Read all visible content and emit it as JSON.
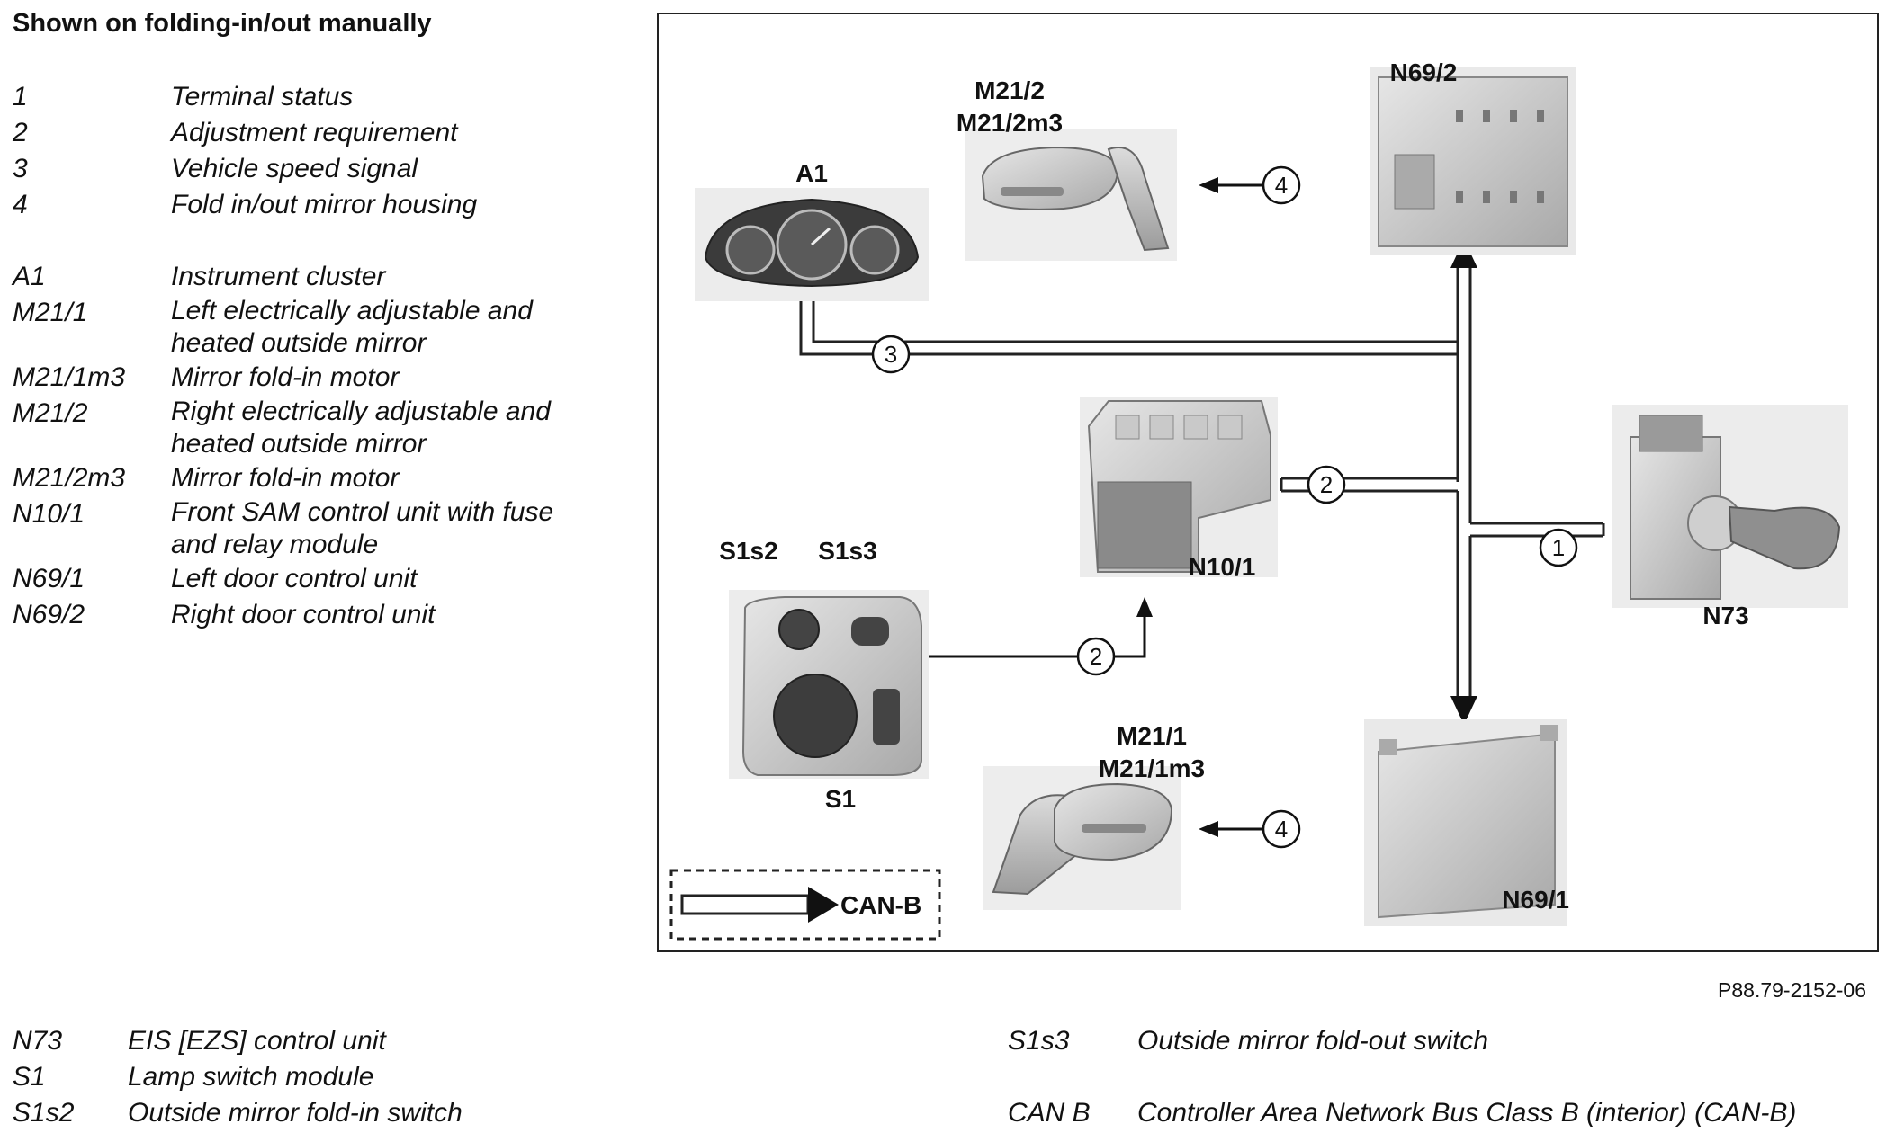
{
  "title": "Shown on folding-in/out manually",
  "legend_top": [
    {
      "key": "1",
      "text": "Terminal status"
    },
    {
      "key": "2",
      "text": "Adjustment requirement"
    },
    {
      "key": "3",
      "text": "Vehicle speed signal"
    },
    {
      "key": "4",
      "text": "Fold in/out mirror housing"
    },
    {
      "key": "A1",
      "text": "Instrument cluster"
    },
    {
      "key": "M21/1",
      "text": "Left electrically adjustable and heated outside mirror"
    },
    {
      "key": "M21/1m3",
      "text": "Mirror fold-in motor"
    },
    {
      "key": "M21/2",
      "text": "Right electrically adjustable and heated outside mirror"
    },
    {
      "key": "M21/2m3",
      "text": "Mirror fold-in motor"
    },
    {
      "key": "N10/1",
      "text": "Front SAM control unit with fuse and relay module"
    },
    {
      "key": "N69/1",
      "text": "Left door control unit"
    },
    {
      "key": "N69/2",
      "text": "Right door control unit"
    }
  ],
  "legend_bottom_left": [
    {
      "key": "N73",
      "text": "EIS [EZS] control unit"
    },
    {
      "key": "S1",
      "text": "Lamp switch module"
    },
    {
      "key": "S1s2",
      "text": "Outside mirror fold-in switch"
    }
  ],
  "legend_bottom_right": [
    {
      "key": "S1s3",
      "text": "Outside mirror fold-out switch"
    },
    {
      "key": "CAN B",
      "text": "Controller Area Network Bus Class B (interior) (CAN-B)"
    }
  ],
  "reference": "P88.79-2152-06",
  "diagram": {
    "components": {
      "a1": "A1",
      "m21_2": "M21/2",
      "m21_2m3": "M21/2m3",
      "n69_2": "N69/2",
      "n10_1": "N10/1",
      "n73": "N73",
      "s1s2": "S1s2",
      "s1s3": "S1s3",
      "s1": "S1",
      "m21_1": "M21/1",
      "m21_1m3": "M21/1m3",
      "n69_1": "N69/1"
    },
    "signals": {
      "terminal_status": "1",
      "adjust_n10": "2",
      "adjust_s1": "2",
      "speed": "3",
      "fold_right": "4",
      "fold_left": "4"
    },
    "can_legend": "CAN-B"
  }
}
